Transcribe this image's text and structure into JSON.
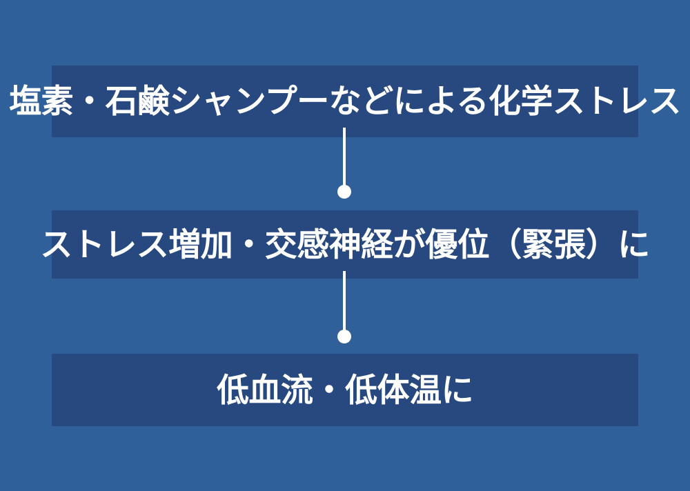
{
  "diagram": {
    "type": "vertical-flow",
    "background_color": "#306099",
    "box_color": "#28497f",
    "text_color": "#ffffff",
    "connector_color": "#ffffff",
    "nodes": [
      {
        "id": "node-1",
        "label": "塩素・石鹸シャンプーなどによる化学ストレス"
      },
      {
        "id": "node-2",
        "label": "ストレス増加・交感神経が優位（緊張）に"
      },
      {
        "id": "node-3",
        "label": "低血流・低体温に"
      }
    ],
    "connectors": [
      {
        "id": "connector-1",
        "from": "node-1",
        "to": "node-2",
        "style": "line-with-dot"
      },
      {
        "id": "connector-2",
        "from": "node-2",
        "to": "node-3",
        "style": "line-with-dot"
      }
    ]
  }
}
